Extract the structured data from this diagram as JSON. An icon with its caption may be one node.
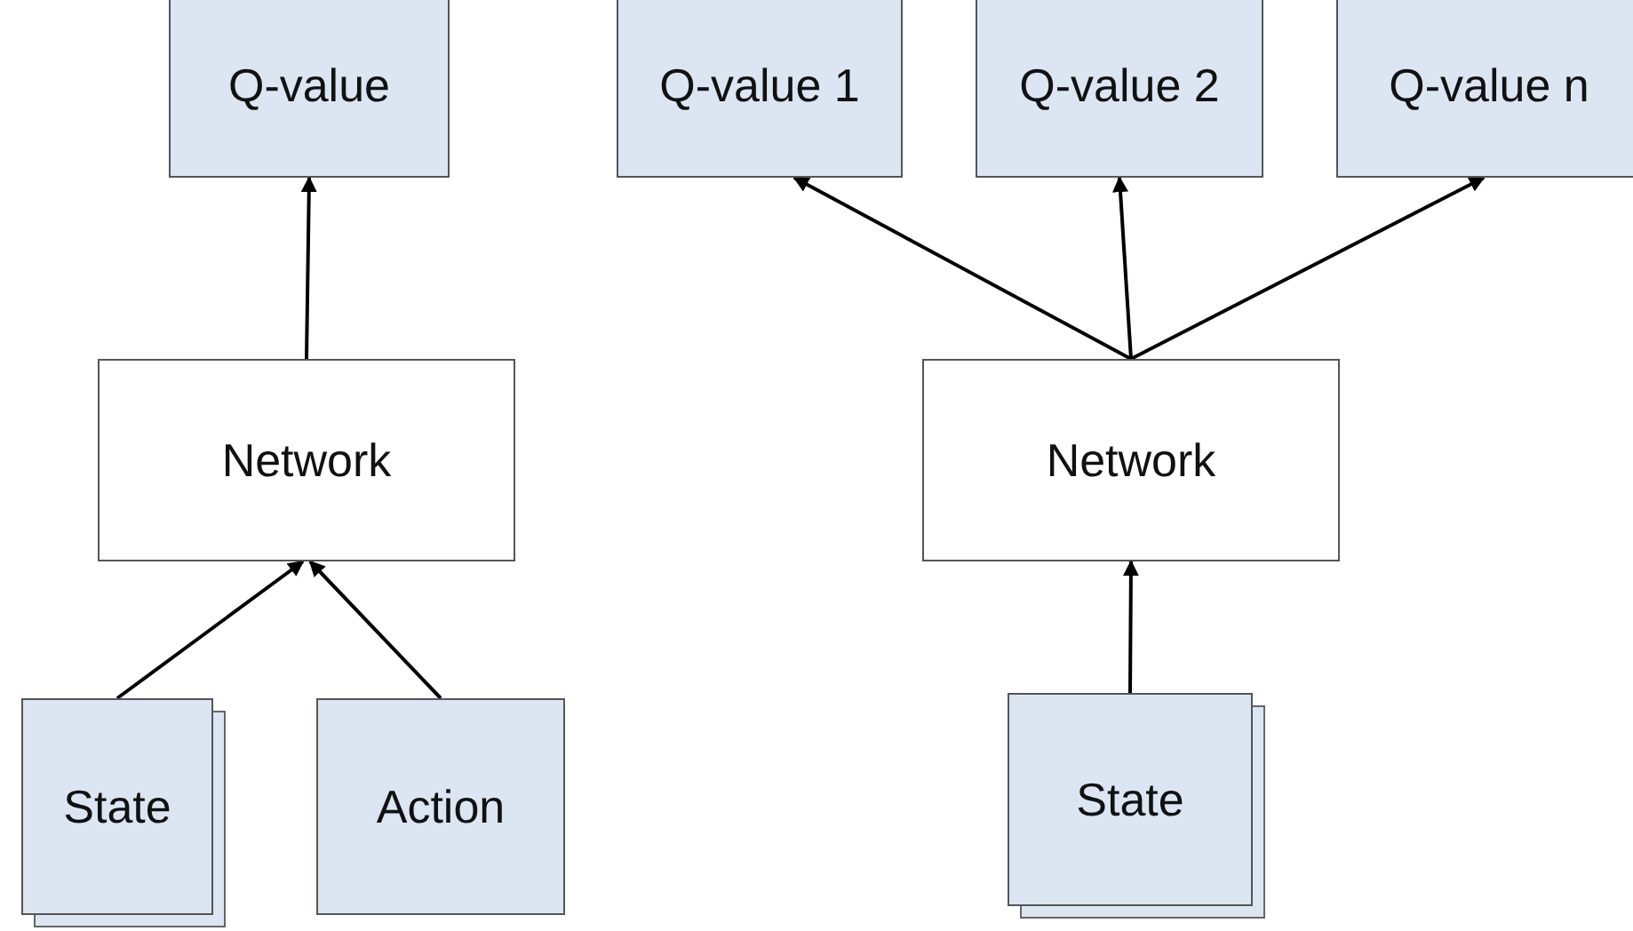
{
  "diagram": {
    "nodes": [
      {
        "text": [
          "Q-value"
        ]
      },
      {
        "text": [
          "Network"
        ]
      },
      {
        "text": [
          "State"
        ]
      },
      {
        "text": [
          "Action"
        ]
      },
      {
        "text": [
          "Q-value 1"
        ]
      },
      {
        "text": [
          "Q-value 2"
        ]
      },
      {
        "text": [
          "Q-value n"
        ]
      },
      {
        "text": [
          "Network"
        ]
      },
      {
        "text": [
          "State"
        ]
      }
    ],
    "edges": [
      {
        "from": 2,
        "to": 1,
        "arrow": "to"
      },
      {
        "from": 3,
        "to": 1,
        "arrow": "to"
      },
      {
        "from": 1,
        "to": 0,
        "arrow": "to"
      },
      {
        "from": 7,
        "to": 4,
        "arrow": "to"
      },
      {
        "from": 7,
        "to": 5,
        "arrow": "to"
      },
      {
        "from": 7,
        "to": 6,
        "arrow": "to"
      },
      {
        "from": 8,
        "to": 7,
        "arrow": "to"
      }
    ]
  }
}
